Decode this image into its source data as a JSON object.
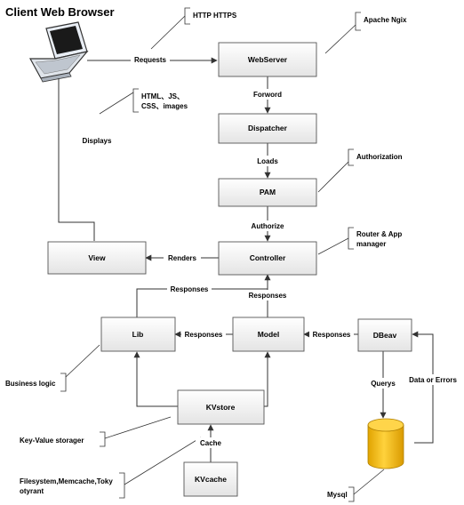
{
  "diagram": {
    "title": "Client Web Browser",
    "nodes": {
      "webserver": "WebServer",
      "dispatcher": "Dispatcher",
      "pam": "PAM",
      "controller": "Controller",
      "view": "View",
      "lib": "Lib",
      "model": "Model",
      "dbeav": "DBeav",
      "kvstore": "KVstore",
      "kvcache": "KVcache"
    },
    "edge_labels": {
      "requests": "Requests",
      "forword": "Forword",
      "loads": "Loads",
      "authorize": "Authorize",
      "renders": "Renders",
      "displays": "Displays",
      "responses_lib_controller": "Responses",
      "responses_model_controller": "Responses",
      "responses_model_lib": "Responses",
      "responses_dbeav_model": "Responses",
      "querys": "Querys",
      "data_or_errors": "Data or Errors",
      "cache": "Cache"
    },
    "annotations": {
      "http": "HTTP HTTPS",
      "apache": "Apache Ngix",
      "html_line1": "HTML、JS、",
      "html_line2": "CSS、images",
      "authorization": "Authorization",
      "router_line1": "Router & App",
      "router_line2": "manager",
      "business_logic": "Business logic",
      "kv_storager": "Key-Value storager",
      "fs_line1": "Filesystem,Memcache,Toky",
      "fs_line2": "otyrant",
      "mysql": "Mysql"
    },
    "colors": {
      "box_fill_top": "#ffffff",
      "box_fill_bottom": "#e6e6e6",
      "cylinder": "#f2b600",
      "cylinder_light": "#ffd54a",
      "line": "#333333"
    }
  }
}
